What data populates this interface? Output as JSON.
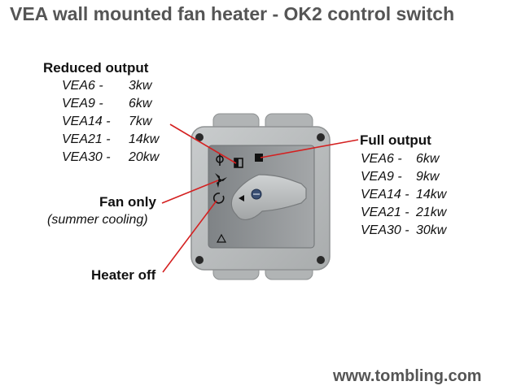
{
  "title": "VEA wall mounted fan heater - OK2 control switch",
  "reduced": {
    "heading": "Reduced output",
    "rows": [
      {
        "model": "VEA6 -",
        "power": "3kw"
      },
      {
        "model": "VEA9 -",
        "power": "6kw"
      },
      {
        "model": "VEA14 -",
        "power": "7kw"
      },
      {
        "model": "VEA21 -",
        "power": "14kw"
      },
      {
        "model": "VEA30 -",
        "power": "20kw"
      }
    ]
  },
  "full": {
    "heading": "Full output",
    "rows": [
      {
        "model": "VEA6 -",
        "power": "6kw"
      },
      {
        "model": "VEA9 -",
        "power": "9kw"
      },
      {
        "model": "VEA14 -",
        "power": "14kw"
      },
      {
        "model": "VEA21 -",
        "power": "21kw"
      },
      {
        "model": "VEA30 -",
        "power": "30kw"
      }
    ]
  },
  "fan_only": {
    "heading": "Fan only",
    "note": "(summer cooling)"
  },
  "heater_off": {
    "heading": "Heater off"
  },
  "footer": "www.tombling.com",
  "colors": {
    "leader": "#d42020",
    "housing": "#b9bcbd",
    "plate": "#8f9395"
  }
}
